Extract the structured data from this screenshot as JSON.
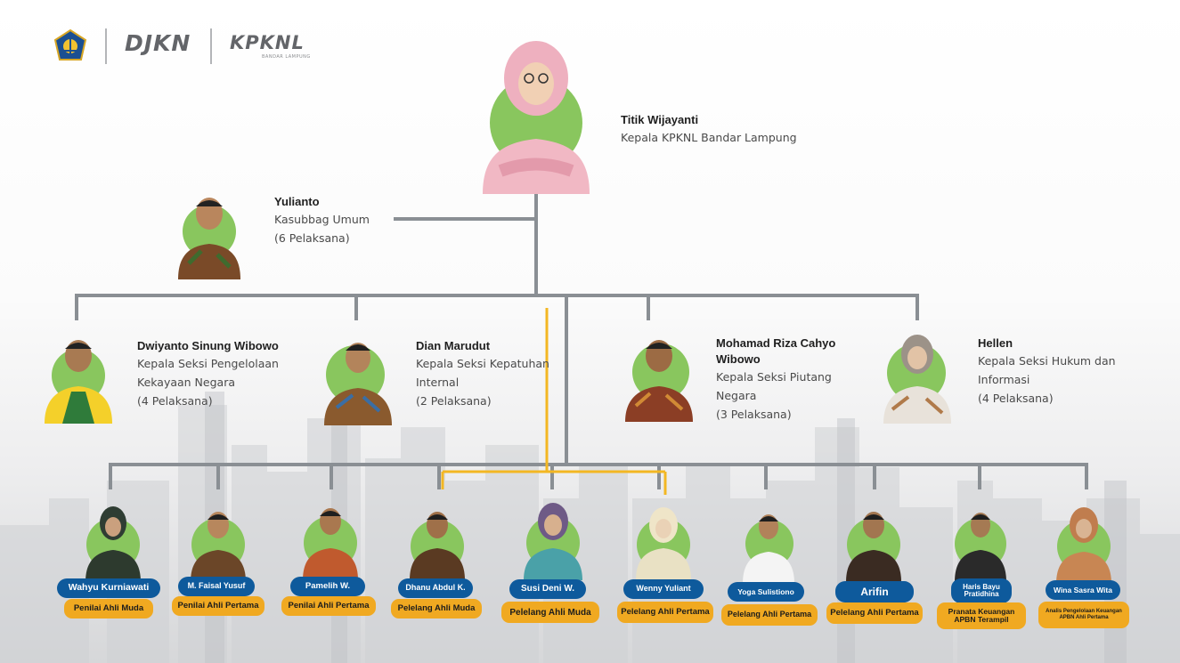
{
  "brand": {
    "djkn": "DJKN",
    "kpknl": "KPKNL",
    "kpknl_sub": "BANDAR LAMPUNG",
    "logo_icon": "kemenkeu-emblem-icon"
  },
  "colors": {
    "accent_green": "#89c65e",
    "name_pill": "#0e5a9c",
    "role_pill": "#f0a921",
    "connector_gray": "#8a8f94",
    "connector_yellow": "#f3b723"
  },
  "head": {
    "name": "Titik Wijayanti",
    "role": "Kepala KPKNL Bandar Lampung"
  },
  "kasubbag": {
    "name": "Yulianto",
    "role": "Kasubbag Umum",
    "staff": "(6 Pelaksana)"
  },
  "sections": [
    {
      "name": "Dwiyanto Sinung Wibowo",
      "role": "Kepala Seksi Pengelolaan Kekayaan Negara",
      "staff": "(4 Pelaksana)"
    },
    {
      "name": "Dian Marudut",
      "role": "Kepala Seksi Kepatuhan Internal",
      "staff": "(2 Pelaksana)"
    },
    {
      "name": "Mohamad Riza Cahyo Wibowo",
      "role": "Kepala Seksi Piutang Negara",
      "staff": "(3 Pelaksana)"
    },
    {
      "name": "Hellen",
      "role": "Kepala Seksi Hukum dan Informasi",
      "staff": "(4 Pelaksana)"
    }
  ],
  "staff": [
    {
      "name": "Wahyu Kurniawati",
      "role": "Penilai Ahli Muda"
    },
    {
      "name": "M. Faisal Yusuf",
      "role": "Penilai Ahli Pertama"
    },
    {
      "name": "Pamelih W.",
      "role": "Penilai Ahli Pertama"
    },
    {
      "name": "Dhanu Abdul K.",
      "role": "Pelelang Ahli Muda"
    },
    {
      "name": "Susi Deni W.",
      "role": "Pelelang Ahli Muda"
    },
    {
      "name": "Wenny Yuliant",
      "role": "Pelelang Ahli Pertama"
    },
    {
      "name": "Yoga Sulistiono",
      "role": "Pelelang Ahli Pertama"
    },
    {
      "name": "Arifin",
      "role": "Pelelang Ahli Pertama"
    },
    {
      "name": "Haris Bayu Pratidhina",
      "role": "Pranata Keuangan APBN Terampil"
    },
    {
      "name": "Wina Sasra Wita",
      "role": "Analis Pengelolaan Keuangan APBN Ahli Pertama"
    }
  ]
}
